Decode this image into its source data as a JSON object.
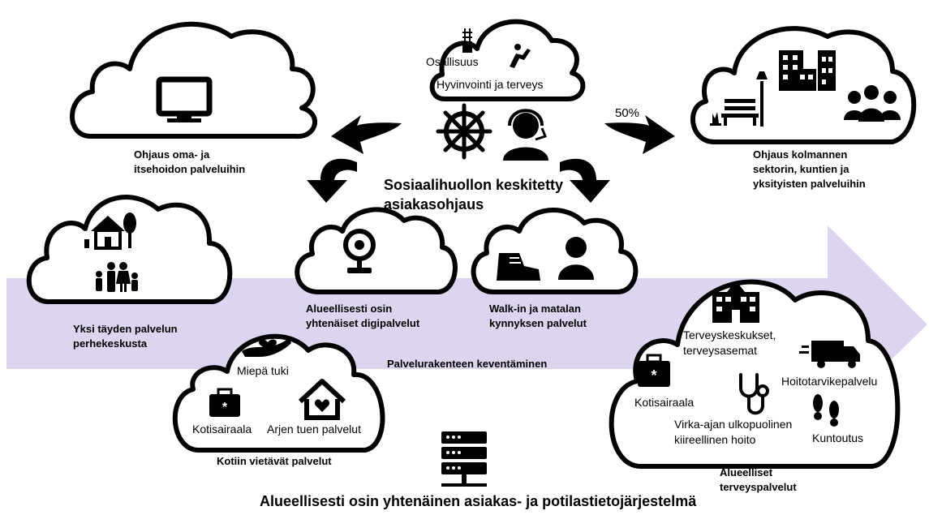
{
  "colors": {
    "band": "#ddd5f0",
    "ink": "#000000",
    "background": "#ffffff"
  },
  "center": {
    "title_line1": "Sosiaalihuollon keskitetty",
    "title_line2": "asiakasohjaus"
  },
  "top_cloud": {
    "label_participation": "Osallisuus",
    "label_wellbeing": "Hyvinvointi ja terveys"
  },
  "left_top": {
    "caption_line1": "Ohjaus oma- ja",
    "caption_line2": "itsehoidon palveluihin"
  },
  "right_top": {
    "percent": "50%",
    "caption_line1": "Ohjaus kolmannen",
    "caption_line2": "sektorin, kuntien ja",
    "caption_line3": "yksityisten palveluihin"
  },
  "family_center": {
    "caption_line1": "Yksi täyden palvelun",
    "caption_line2": "perhekeskusta"
  },
  "digital": {
    "caption_line1": "Alueellisesti osin",
    "caption_line2": "yhtenäiset digipalvelut"
  },
  "walkin": {
    "caption_line1": "Walk-in ja matalan",
    "caption_line2": "kynnyksen palvelut"
  },
  "band_label": "Palvelurakenteen keventäminen",
  "home_services": {
    "support": "Miepä tuki",
    "hospital": "Kotisairaala",
    "everyday": "Arjen tuen palvelut",
    "caption": "Kotiin vietävät palvelut"
  },
  "regional_health": {
    "centers_line1": "Terveyskeskukset,",
    "centers_line2": "terveysasemat",
    "supplies": "Hoitotarvikepalvelu",
    "hospital": "Kotisairaala",
    "afterhours_line1": "Virka-ajan ulkopuolinen",
    "afterhours_line2": "kiireellinen hoito",
    "rehab": "Kuntoutus",
    "caption_line1": "Alueelliset",
    "caption_line2": "terveyspalvelut"
  },
  "bottom_title": "Alueellisesti osin yhtenäinen asiakas- ja potilastietojärjestelmä",
  "icons": [
    "monitor-icon",
    "zipper-icon",
    "yoga-icon",
    "ship-wheel-icon",
    "headset-person-icon",
    "park-bench-icon",
    "street-lamp-icon",
    "city-buildings-icon",
    "group-icon",
    "house-tree-icon",
    "family-icon",
    "webcam-icon",
    "boot-icon",
    "person-icon",
    "hand-heart-icon",
    "medical-bag-icon",
    "heart-house-icon",
    "hospital-building-icon",
    "delivery-truck-icon",
    "stethoscope-icon",
    "footprints-icon",
    "server-icon"
  ]
}
